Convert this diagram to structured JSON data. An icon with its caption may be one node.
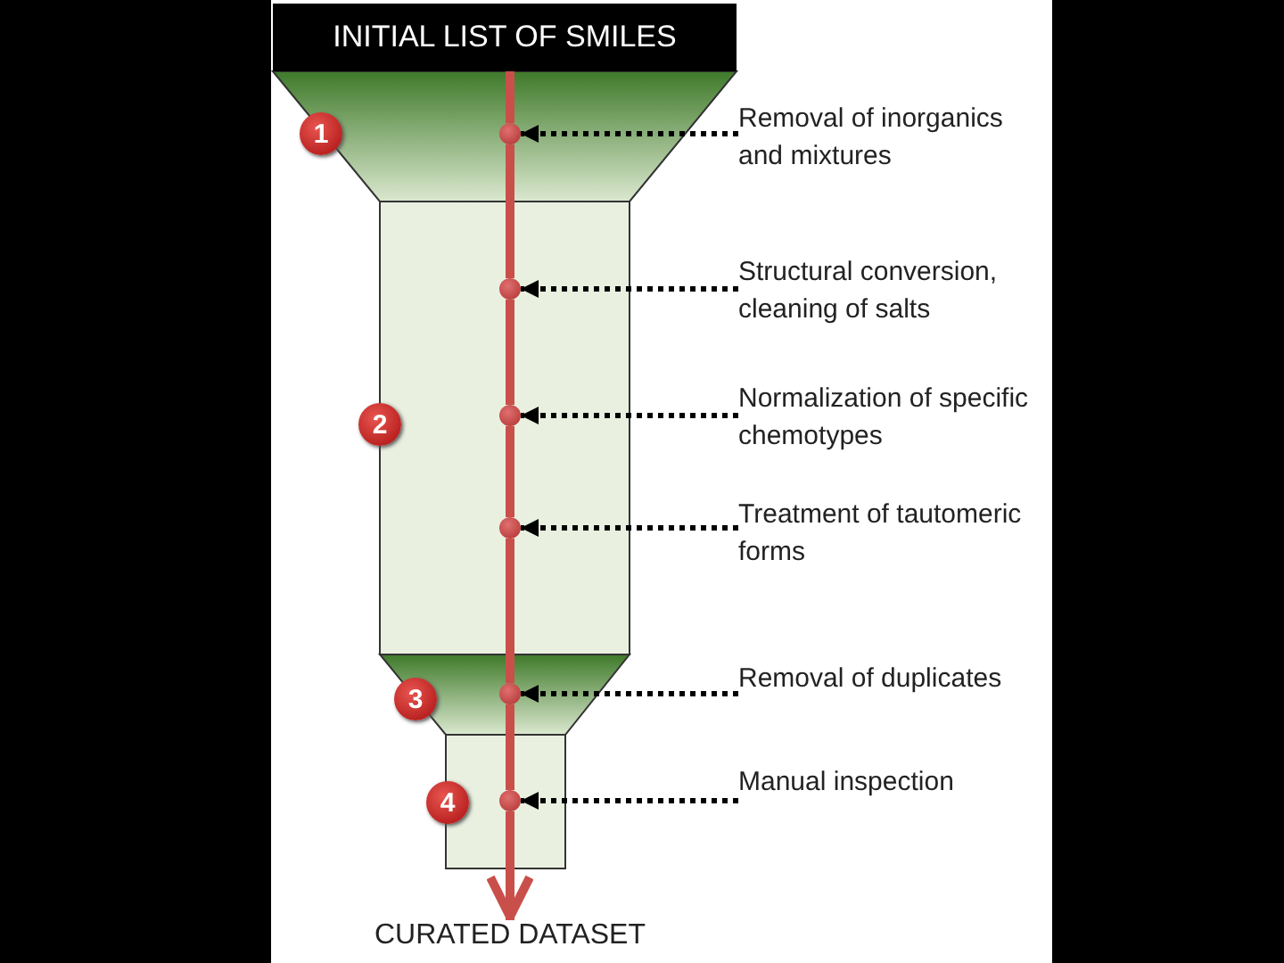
{
  "diagram": {
    "nodes": [
      {
        "text": [
          "INITIAL LIST OF SMILES"
        ]
      },
      {
        "text": [
          "1"
        ]
      },
      {
        "text": [
          "Removal of inorganics and mixtures"
        ]
      },
      {
        "text": [],
        "shape": "circle"
      },
      {
        "text": [
          "Structural conversion, cleaning of salts"
        ]
      },
      {
        "text": [],
        "shape": "circle"
      },
      {
        "text": [
          "2"
        ]
      },
      {
        "text": [
          "Normalization of specific chemotypes"
        ]
      },
      {
        "text": [],
        "shape": "circle"
      },
      {
        "text": [
          "Treatment of tautomeric forms"
        ]
      },
      {
        "text": [],
        "shape": "circle"
      },
      {
        "text": [
          "3"
        ]
      },
      {
        "text": [
          "Removal of duplicates"
        ]
      },
      {
        "text": [],
        "shape": "circle"
      },
      {
        "text": [
          "4"
        ]
      },
      {
        "text": [
          "Manual inspection"
        ]
      },
      {
        "text": [],
        "shape": "circle"
      },
      {
        "text": [
          "CURATED DATASET"
        ]
      }
    ],
    "edges": [
      {
        "from": 0,
        "to": 3,
        "arrow": "none"
      },
      {
        "from": 3,
        "to": 5,
        "arrow": "none"
      },
      {
        "from": 5,
        "to": 8,
        "arrow": "none"
      },
      {
        "from": 8,
        "to": 10,
        "arrow": "none"
      },
      {
        "from": 10,
        "to": 13,
        "arrow": "none"
      },
      {
        "from": 13,
        "to": 16,
        "arrow": "none"
      },
      {
        "from": 16,
        "to": 17,
        "arrow": "to"
      },
      {
        "from": 2,
        "to": 3,
        "arrow": "to",
        "style": "dashed",
        "color": "#000000"
      },
      {
        "from": 4,
        "to": 5,
        "arrow": "to",
        "style": "dashed",
        "color": "#000000"
      },
      {
        "from": 7,
        "to": 8,
        "arrow": "to",
        "style": "dashed",
        "color": "#000000"
      },
      {
        "from": 9,
        "to": 10,
        "arrow": "to",
        "style": "dashed",
        "color": "#000000"
      },
      {
        "from": 12,
        "to": 13,
        "arrow": "to",
        "style": "dashed",
        "color": "#000000"
      },
      {
        "from": 15,
        "to": 16,
        "arrow": "to",
        "style": "dashed",
        "color": "#000000"
      }
    ]
  }
}
